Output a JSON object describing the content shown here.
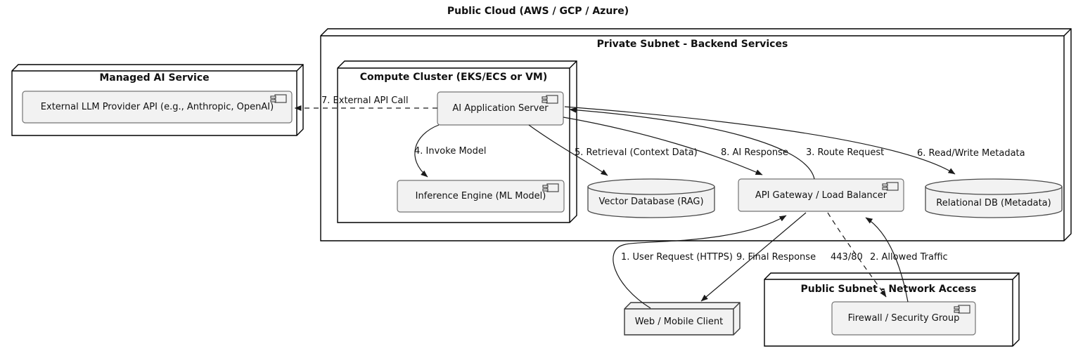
{
  "diagram_title": "Public Cloud (AWS / GCP / Azure)",
  "groups": {
    "managed_ai_service": "Managed AI Service",
    "private_subnet": "Private Subnet - Backend Services",
    "compute_cluster": "Compute Cluster (EKS/ECS or VM)",
    "public_subnet": "Public Subnet - Network Access"
  },
  "components": {
    "external_llm": "External LLM Provider API (e.g., Anthropic, OpenAI)",
    "ai_app_server": "AI Application Server",
    "inference_engine": "Inference Engine (ML Model)",
    "api_gateway": "API Gateway / Load Balancer",
    "firewall": "Firewall / Security Group",
    "web_client": "Web / Mobile Client"
  },
  "databases": {
    "vector_db": "Vector Database (RAG)",
    "relational_db": "Relational DB (Metadata)"
  },
  "edge_labels": {
    "user_request": "1. User Request (HTTPS)",
    "allowed_traffic": "2. Allowed Traffic",
    "route_request": "3. Route Request",
    "invoke_model": "4. Invoke Model",
    "retrieval": "5. Retrieval (Context Data)",
    "read_write_metadata": "6. Read/Write Metadata",
    "external_api_call": "7. External API Call",
    "ai_response": "8. AI Response",
    "final_response": "9. Final Response",
    "ports": "443/80"
  },
  "edges": [
    {
      "label": "1. User Request (HTTPS)",
      "from": "web_client",
      "to": "api_gateway",
      "style": "solid"
    },
    {
      "label": "2. Allowed Traffic",
      "from": "firewall",
      "to": "api_gateway",
      "style": "solid"
    },
    {
      "label": "3. Route Request",
      "from": "api_gateway",
      "to": "ai_app_server",
      "style": "solid"
    },
    {
      "label": "4. Invoke Model",
      "from": "ai_app_server",
      "to": "inference_engine",
      "style": "solid"
    },
    {
      "label": "5. Retrieval (Context Data)",
      "from": "ai_app_server",
      "to": "vector_db",
      "style": "solid"
    },
    {
      "label": "6. Read/Write Metadata",
      "from": "ai_app_server",
      "to": "relational_db",
      "style": "solid"
    },
    {
      "label": "7. External API Call",
      "from": "ai_app_server",
      "to": "external_llm",
      "style": "dashed"
    },
    {
      "label": "8. AI Response",
      "from": "ai_app_server",
      "to": "api_gateway",
      "style": "solid"
    },
    {
      "label": "9. Final Response",
      "from": "api_gateway",
      "to": "web_client",
      "style": "solid"
    },
    {
      "label": "443/80",
      "from": "api_gateway",
      "to": "firewall",
      "style": "dashed"
    }
  ],
  "colors": {
    "background": "#ffffff",
    "node_border": "#000000",
    "shape_fill": "#f2f2f2",
    "component_border": "#757575",
    "edge": "#1a1a1a",
    "text": "#111111"
  }
}
